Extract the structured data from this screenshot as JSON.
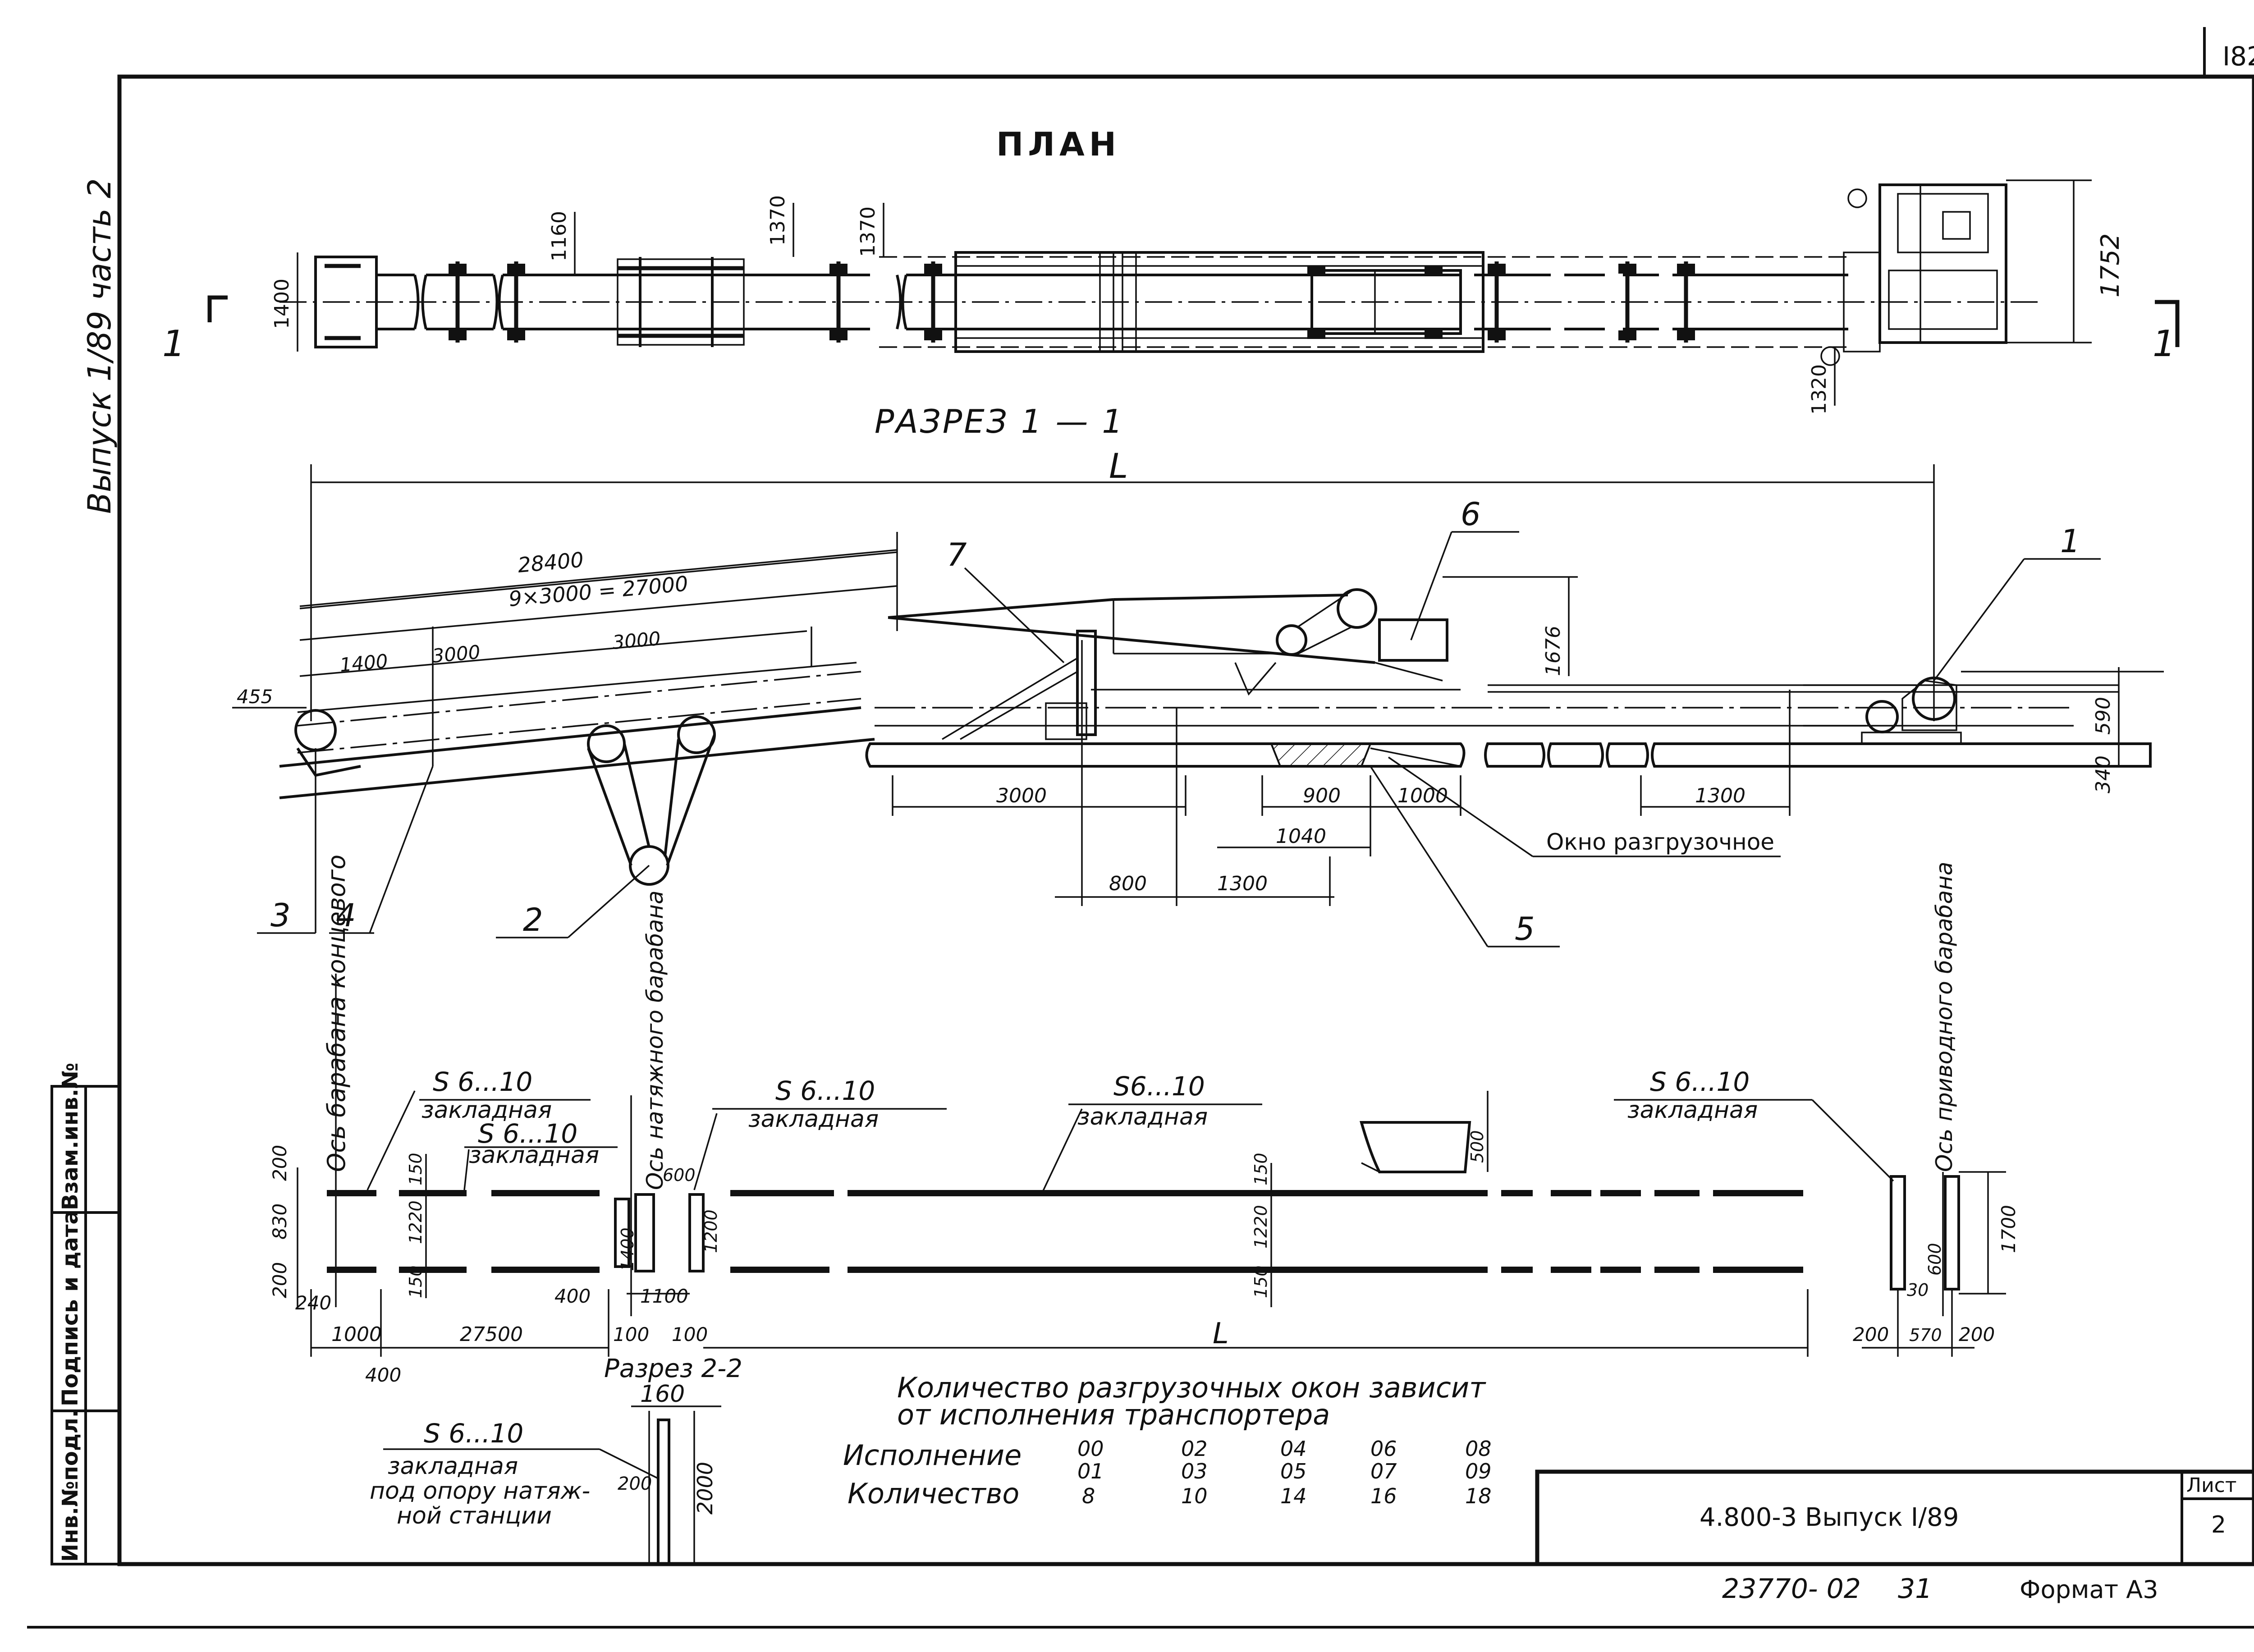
{
  "sheet": {
    "number": "I82",
    "side_stamp": "Выпуск 1/89 часть 2",
    "stamp_fields": [
      "Инв.№подл.",
      "Подпись и дата",
      "Взам.инв.№"
    ]
  },
  "plan": {
    "title": "ПЛАН",
    "section_mark_left": "1",
    "section_mark_right": "1",
    "dims": {
      "d1400": "1400",
      "d1160": "1160",
      "d1370a": "1370",
      "d1370b": "1370",
      "d1752": "1752",
      "d1320": "1320"
    }
  },
  "section11": {
    "title": "РАЗРЕЗ 1 — 1",
    "length": "L",
    "dims": {
      "d28400": "28400",
      "d9x3000": "9×3000 = 27000",
      "d1400": "1400",
      "d3000a": "3000",
      "d3000b": "3000",
      "d455": "455",
      "d1676": "1676",
      "d590": "590",
      "d340": "340",
      "d3000c": "3000",
      "d900": "900",
      "d1000": "1000",
      "d1040": "1040",
      "d1300a": "1300",
      "d800": "800",
      "d1300b": "1300"
    },
    "callouts": {
      "c1": "1",
      "c2": "2",
      "c3": "3",
      "c4": "4",
      "c5": "5",
      "c6": "6",
      "c7": "7"
    },
    "window_label": "Окно разгрузочное"
  },
  "embed_plan": {
    "axis_end_drum": "Ось барабана концевого",
    "axis_tension_drum": "Ось натяжного барабана",
    "axis_drive_drum": "Ось приводного барабана",
    "s_labels": {
      "s1": "S 6...10",
      "s2": "S 6...10",
      "s3": "S 6...10",
      "s4": "S6...10",
      "s5": "S 6...10"
    },
    "embed_word": {
      "e1": "закладная",
      "e2": "закладная",
      "e3": "закладная",
      "e4": "закладная",
      "e5": "закладная"
    },
    "dims": {
      "d200a": "200",
      "d830": "830",
      "d200b": "200",
      "d240": "240",
      "d150a": "150",
      "d1220": "1220",
      "d150b": "150",
      "d1400": "1400",
      "d600": "600",
      "d1200": "1200",
      "d150c": "150",
      "d1220b": "1220",
      "d150d": "150",
      "d500": "500",
      "d1700": "1700",
      "d600b": "600",
      "d30": "30",
      "d1000": "1000",
      "d27500": "27500",
      "d400a": "400",
      "d1100": "1100",
      "d100a": "100",
      "d100b": "100",
      "d400b": "400",
      "L": "L",
      "d200c": "200",
      "d570": "570",
      "d200d": "200"
    }
  },
  "section22": {
    "title": "Разрез 2-2",
    "d160": "160",
    "d200": "200",
    "d2000": "2000",
    "s_label": "S 6...10",
    "note_line1": "закладная",
    "note_line2": "под опору натяж-",
    "note_line3": "ной станции"
  },
  "windows_table": {
    "title_line1": "Количество разгрузочных окон зависит",
    "title_line2": "от исполнения транспортера",
    "row1_label": "Исполнение",
    "row2_label": "Количество",
    "versions_top": [
      "00",
      "02",
      "04",
      "06",
      "08"
    ],
    "versions_bottom": [
      "01",
      "03",
      "05",
      "07",
      "09"
    ],
    "counts": [
      "8",
      "10",
      "14",
      "16",
      "18"
    ]
  },
  "title_block": {
    "code": "4.800-3  Выпуск I/89",
    "sheet_label": "Лист",
    "sheet_no": "2"
  },
  "footer": {
    "inv": "23770- 02",
    "num": "31",
    "format": "Формат А3"
  }
}
